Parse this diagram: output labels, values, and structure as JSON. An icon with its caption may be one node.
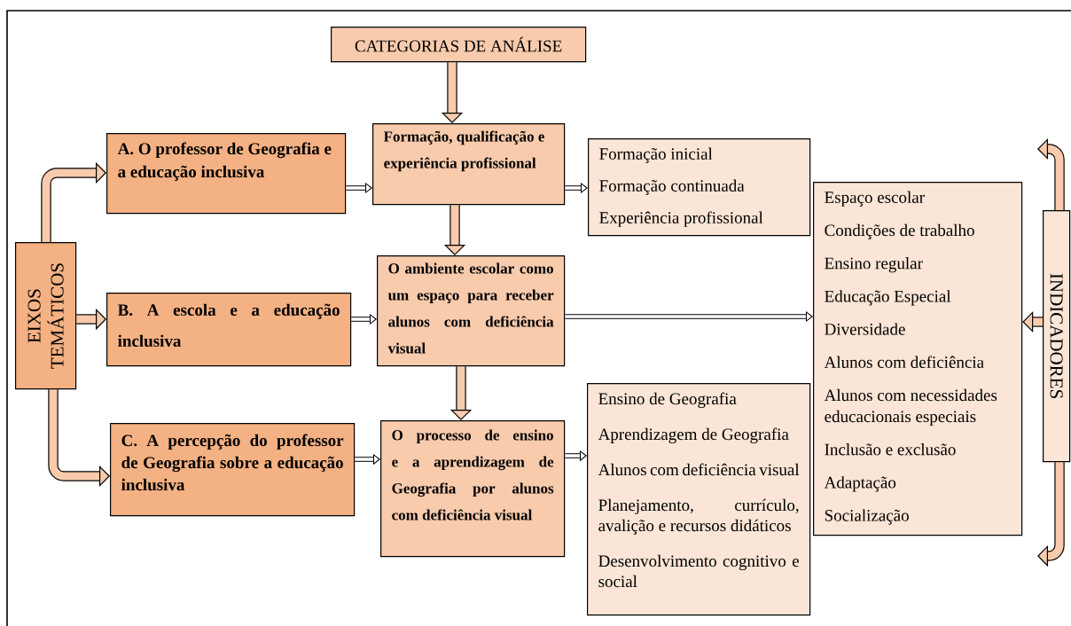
{
  "diagram": {
    "nodes": [
      {
        "text": [
          "CATEGORIAS DE ANÁLISE"
        ]
      },
      {
        "text": [
          "EIXOS TEMÁTICOS"
        ]
      },
      {
        "text": [
          "A. O professor de Geografia e a educação inclusiva"
        ]
      },
      {
        "text": [
          "B. A escola e a educação inclusiva"
        ]
      },
      {
        "text": [
          "C. A percepção do professor de Geografia sobre a educação inclusiva"
        ]
      },
      {
        "text": [
          "Formação, qualificação e experiência profissional"
        ]
      },
      {
        "text": [
          "O ambiente escolar como um espaço para receber alunos com deficiência visual"
        ]
      },
      {
        "text": [
          "O processo de ensino e a aprendizagem de Geografia por alunos com deficiência visual"
        ]
      },
      {
        "text": [
          "Formação inicial",
          "Formação continuada",
          "Experiência profissional"
        ]
      },
      {
        "text": [
          "Ensino de Geografia",
          "Aprendizagem de Geografia",
          "Alunos com deficiência visual",
          "Planejamento, currículo, avalição e recursos didáticos",
          "Desenvolvimento cognitivo e social"
        ]
      },
      {
        "text": [
          "Espaço escolar",
          "Condições de trabalho",
          "Ensino regular",
          "Educação Especial",
          "Diversidade",
          "Alunos com deficiência",
          "Alunos com necessidades educacionais especiais",
          "Inclusão e exclusão",
          "Adaptação",
          "Socialização"
        ]
      },
      {
        "text": [
          "INDICADORES"
        ]
      }
    ],
    "edges": [
      {
        "from": 0,
        "to": 5,
        "arrow": "to"
      },
      {
        "from": 5,
        "to": 6,
        "arrow": "to"
      },
      {
        "from": 6,
        "to": 7,
        "arrow": "to"
      },
      {
        "from": 2,
        "to": 5,
        "arrow": "to"
      },
      {
        "from": 5,
        "to": 8,
        "arrow": "to"
      },
      {
        "from": 3,
        "to": 6,
        "arrow": "to"
      },
      {
        "from": 6,
        "to": 10,
        "arrow": "to"
      },
      {
        "from": 4,
        "to": 7,
        "arrow": "to"
      },
      {
        "from": 7,
        "to": 9,
        "arrow": "to"
      },
      {
        "from": 1,
        "to": 2,
        "arrow": "to"
      },
      {
        "from": 1,
        "to": 3,
        "arrow": "to"
      },
      {
        "from": 1,
        "to": 4,
        "arrow": "to"
      },
      {
        "from": 11,
        "to": 10,
        "arrow": "to"
      },
      {
        "from": 11,
        "to": null,
        "arrow": "to"
      },
      {
        "from": 11,
        "to": null,
        "arrow": "to"
      }
    ]
  }
}
